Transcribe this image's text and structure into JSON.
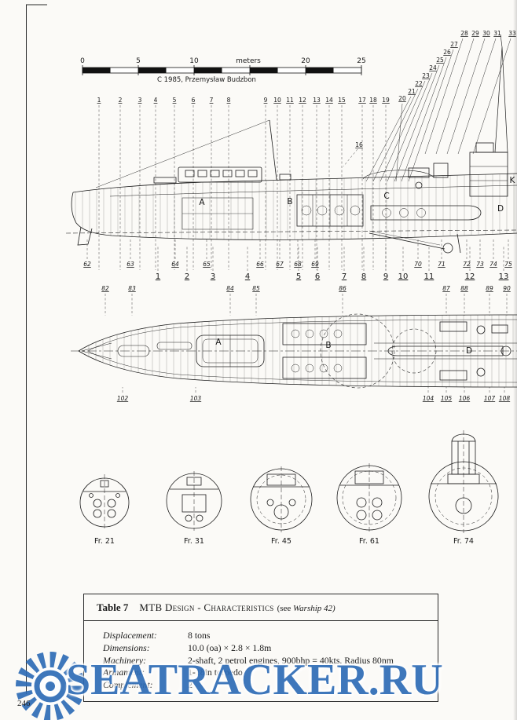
{
  "page_number": "246",
  "credit": "C 1985, Przemysław Budzbon",
  "scale_bar": {
    "tick_labels": [
      "0",
      "5",
      "10",
      "20",
      "25"
    ],
    "unit_label": "meters"
  },
  "frame_numbers": [
    "1",
    "2",
    "3",
    "4",
    "5",
    "6",
    "7",
    "8",
    "9",
    "10",
    "11",
    "12",
    "13",
    "14",
    "15",
    "17",
    "18",
    "19",
    "20",
    "21",
    "22",
    "23",
    "24",
    "25",
    "26",
    "27",
    "28",
    "29",
    "30",
    "31",
    "33"
  ],
  "mast_callout": "16",
  "profile_callouts": [
    "62",
    "63",
    "64",
    "65",
    "66",
    "67",
    "68",
    "69",
    "70",
    "71",
    "72",
    "73",
    "74",
    "75"
  ],
  "station_numbers": [
    "1",
    "2",
    "3",
    "4",
    "5",
    "6",
    "7",
    "8",
    "9",
    "10",
    "11",
    "12",
    "13"
  ],
  "plan_callouts_top": [
    "82",
    "83",
    "84",
    "85",
    "86",
    "87",
    "88",
    "89",
    "90"
  ],
  "plan_callouts_bottom": [
    "102",
    "103",
    "104",
    "105",
    "106",
    "107",
    "108"
  ],
  "profile_compartment_letters": [
    "A",
    "B",
    "C",
    "D",
    "K"
  ],
  "plan_compartment_letters": [
    "A",
    "B",
    "D"
  ],
  "cross_section_labels": [
    "Fr. 21",
    "Fr. 31",
    "Fr. 45",
    "Fr. 61",
    "Fr. 74"
  ],
  "table": {
    "label": "Table 7",
    "title": "MTB Design - Characteristics",
    "note_prefix": "(see ",
    "note_book": "Warship 42)",
    "rows": [
      {
        "label": "Displacement:",
        "value": "8 tons"
      },
      {
        "label": "Dimensions:",
        "value": "10.0 (oa) × 2.8 × 1.8m"
      },
      {
        "label": "Machinery:",
        "value": "2-shaft, 2 petrol engines, 900bhp = 40kts. Radius 80nm"
      },
      {
        "label": "Armament:",
        "value": "1-18in torpedo"
      },
      {
        "label": "Complement:",
        "value": "2"
      }
    ]
  },
  "watermark": {
    "text": "SEATRACKER.RU",
    "color": "#2e6cb6"
  }
}
